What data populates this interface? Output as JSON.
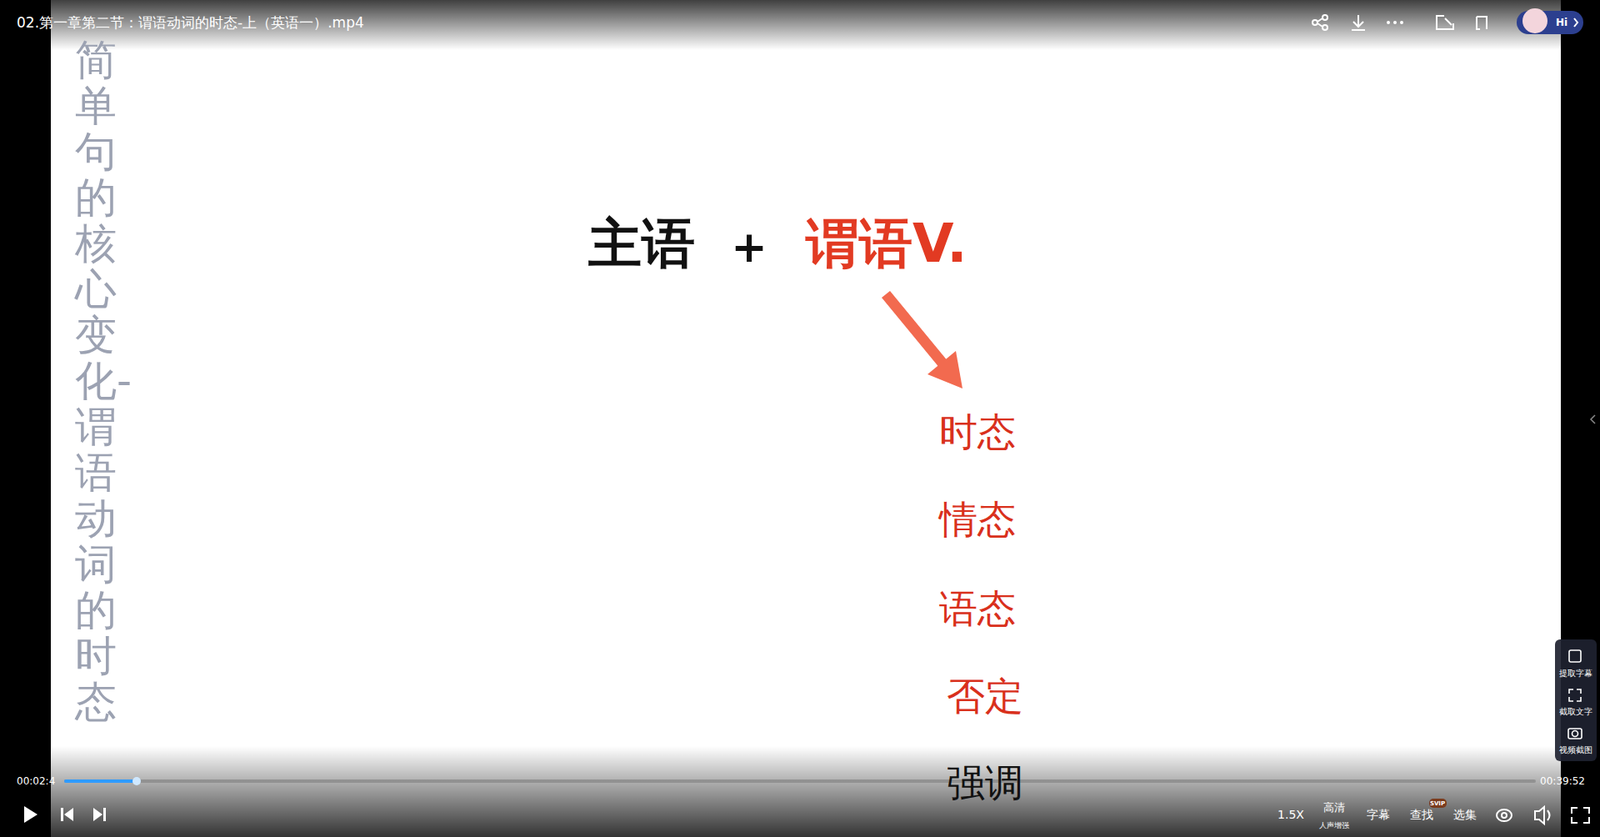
{
  "diagram": {
    "title": "02.第一章第二节：谓语动词的时态-上（英语一）.mp4",
    "labels": [
      "简单句的核心变化-谓语动词的时态",
      "主语",
      "+",
      "谓语V.",
      "时态",
      "情态",
      "语态",
      "否定",
      "强调",
      "00:02:4",
      "00:39:52",
      "1.5X",
      "高清",
      "人声增强",
      "字幕",
      "查找",
      "SVIP",
      "选集",
      "提取字幕",
      "截取文字",
      "视频截图",
      "Hi"
    ]
  }
}
